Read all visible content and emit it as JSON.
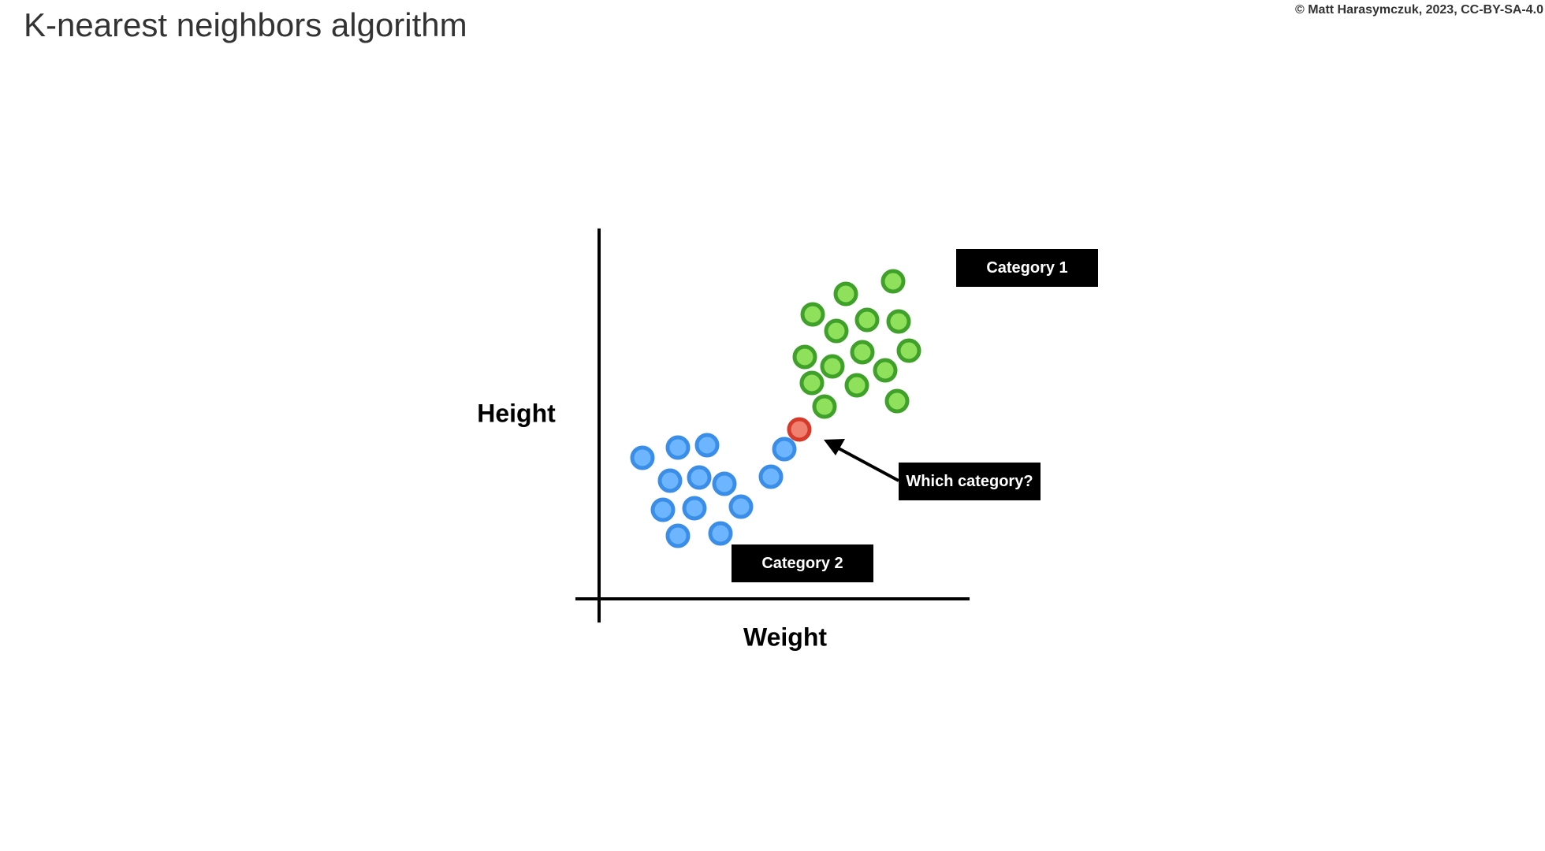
{
  "title": "K-nearest neighbors algorithm",
  "credit": "© Matt Harasymczuk, 2023, CC-BY-SA-4.0",
  "axes": {
    "x_label": "Weight",
    "y_label": "Height"
  },
  "labels": {
    "category1": "Category 1",
    "category2": "Category 2",
    "query": "Which category?"
  },
  "colors": {
    "category1_fill": "#8fe05a",
    "category1_stroke": "#3fa02a",
    "category2_fill": "#6db6ff",
    "category2_stroke": "#3a8ee8",
    "query_fill": "#f08070",
    "query_stroke": "#d63a2a",
    "axis": "#000000"
  }
}
